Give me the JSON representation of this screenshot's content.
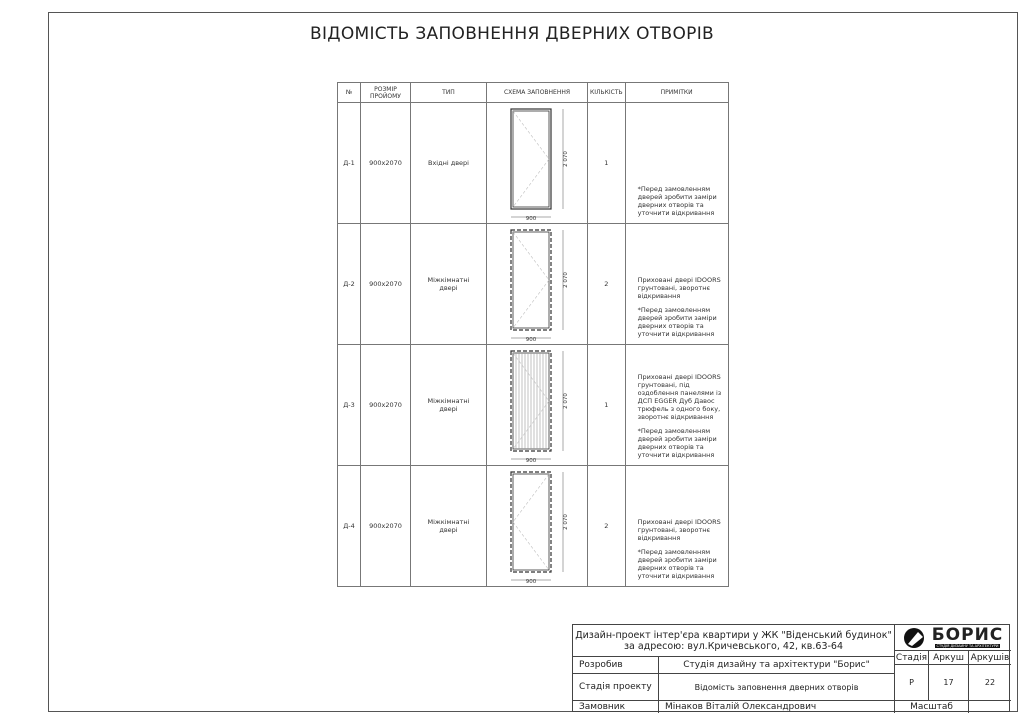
{
  "title": "ВІДОМІСТЬ ЗАПОВНЕННЯ ДВЕРНИХ ОТВОРІВ",
  "table": {
    "headers": [
      "№",
      "РОЗМІР ПРОЙОМУ",
      "ТИП",
      "СХЕМА ЗАПОВНЕННЯ",
      "КІЛЬКІСТЬ",
      "ПРИМІТКИ"
    ],
    "rows": [
      {
        "id": "Д-1",
        "size": "900x2070",
        "type": "Вхідні двері",
        "width_dim": "900",
        "height_dim": "2 070",
        "scheme": "entrance",
        "qty": "1",
        "notes": [
          "*Перед замовленням дверей зробити заміри дверних отворів та уточнити відкривання"
        ]
      },
      {
        "id": "Д-2",
        "size": "900x2070",
        "type": "Міжкімнатні двері",
        "width_dim": "900",
        "height_dim": "2 070",
        "scheme": "hidden-left",
        "qty": "2",
        "notes": [
          "Приховані двері IDOORS грунтовані, зворотнє відкривання",
          "*Перед замовленням дверей зробити заміри дверних отворів та уточнити відкривання"
        ]
      },
      {
        "id": "Д-3",
        "size": "900x2070",
        "type": "Міжкімнатні двері",
        "width_dim": "900",
        "height_dim": "2 070",
        "scheme": "panel",
        "qty": "1",
        "notes": [
          "Приховані двері IDOORS грунтовані, під оздоблення панелями із ДСП EGGER Дуб Давос трюфель з одного боку, зворотнє відкривання",
          "*Перед замовленням дверей зробити заміри дверних отворів та уточнити відкривання"
        ]
      },
      {
        "id": "Д-4",
        "size": "900x2070",
        "type": "Міжкімнатні двері",
        "width_dim": "900",
        "height_dim": "2 070",
        "scheme": "hidden-right",
        "qty": "2",
        "notes": [
          "Приховані двері IDOORS грунтовані, зворотнє відкривання",
          "*Перед замовленням дверей зробити заміри дверних отворів та уточнити відкривання"
        ]
      }
    ]
  },
  "title_block": {
    "project_line1": "Дизайн-проект інтер'єра квартири у ЖК \"Віденський будинок\"",
    "project_line2": "за адресою: вул.Кричевського, 42, кв.63-64",
    "logo_text": "БОРИС",
    "logo_sub": "СТУДІЯ ДИЗАЙНУ ТА АРХІТЕКТУРИ",
    "developed_label": "Розробив",
    "developed_value": "Студія дизайну та архітектури \"Борис\"",
    "stage_project_label": "Стадія проекту",
    "sheet_title": "Відомість заповнення дверних отворів",
    "client_label": "Замовник",
    "client_value": "Мінаков Віталій Олександрович",
    "stage_label": "Стадія",
    "sheet_label": "Аркуш",
    "sheets_label": "Аркушів",
    "stage_value": "Р",
    "sheet_value": "17",
    "sheets_value": "22",
    "scale_label": "Масштаб"
  }
}
